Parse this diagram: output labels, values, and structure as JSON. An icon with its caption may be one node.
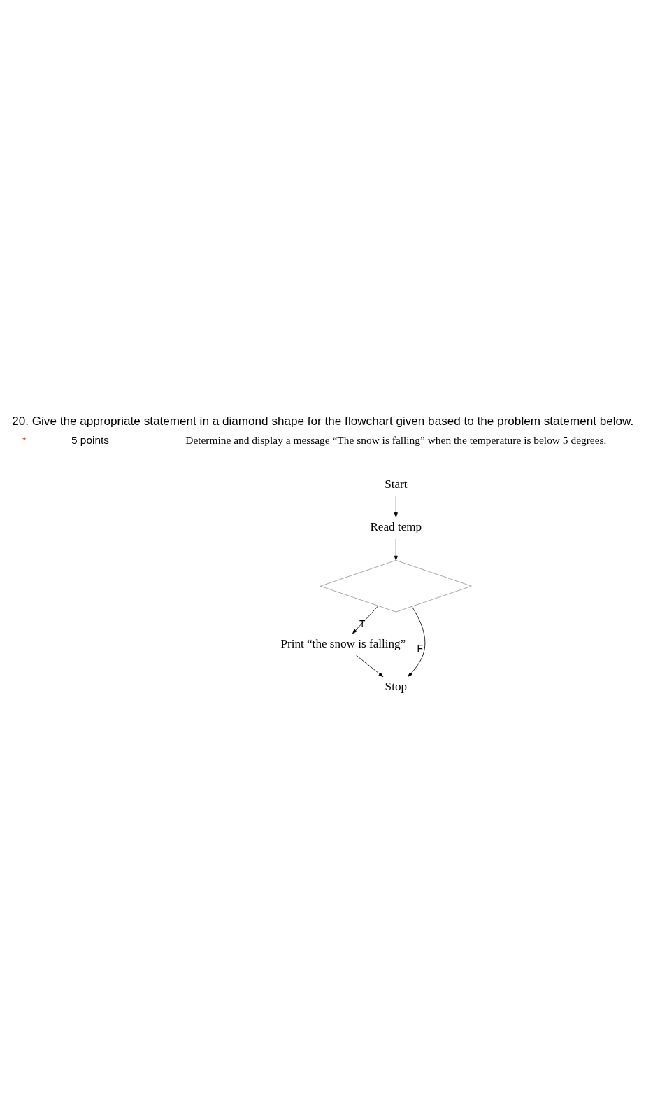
{
  "diagram": {
    "title": "20. Give the appropriate statement in a diamond shape for the flowchart given based to the problem statement below.",
    "nodes": [
      {
        "text": [
          "Start"
        ]
      },
      {
        "text": [
          "Read temp"
        ]
      },
      {
        "text": [],
        "shape": "diamond"
      },
      {
        "text": [
          "Print “the snow is falling”"
        ]
      },
      {
        "text": [
          "Stop"
        ]
      }
    ],
    "edges": [
      {
        "from": 0,
        "to": 1,
        "arrow": "to"
      },
      {
        "from": 1,
        "to": 2,
        "arrow": "to"
      },
      {
        "from": 2,
        "to": 3,
        "arrow": "to",
        "label": "T"
      },
      {
        "from": 2,
        "to": 4,
        "arrow": "to",
        "label": "F"
      },
      {
        "from": 3,
        "to": 4,
        "arrow": "to"
      }
    ],
    "labels": [
      "*",
      "5 points",
      "Determine and display a message “The snow is falling” when the temperature is below 5 degrees."
    ]
  }
}
